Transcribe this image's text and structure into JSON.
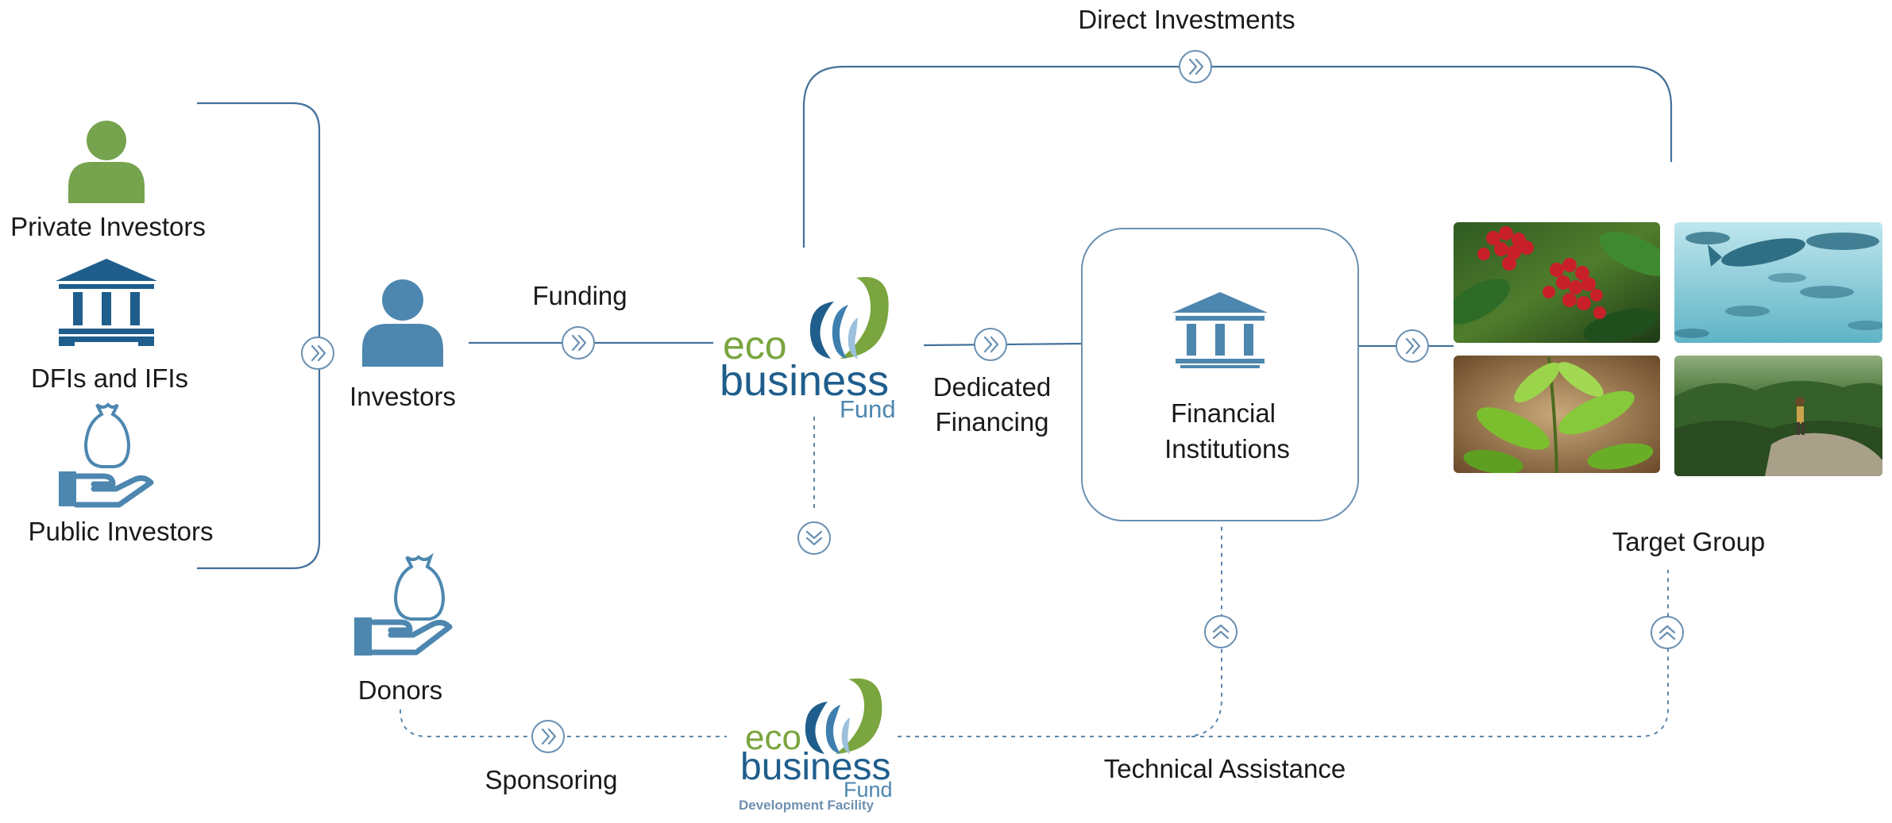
{
  "labels": {
    "private_investors": "Private Investors",
    "dfis_ifis": "DFIs and IFIs",
    "public_investors": "Public Investors",
    "investors": "Investors",
    "funding": "Funding",
    "direct_investments": "Direct Investments",
    "dedicated_financing_1": "Dedicated",
    "dedicated_financing_2": "Financing",
    "financial_institutions_1": "Financial",
    "financial_institutions_2": "Institutions",
    "target_group": "Target Group",
    "donors": "Donors",
    "sponsoring": "Sponsoring",
    "technical_assistance": "Technical Assistance"
  },
  "logo_fund": {
    "eco": "eco",
    "business": "business",
    "fund": "Fund"
  },
  "logo_facility": {
    "eco": "eco",
    "business": "business",
    "fund": "Fund",
    "subtitle": "Development Facility"
  },
  "icons": {
    "private_investors": "person-icon",
    "dfis": "bank-icon",
    "public_investors": "hand-money-bag-icon",
    "investors": "person-icon",
    "financial_institutions": "bank-icon",
    "donors": "hand-money-bag-icon"
  },
  "target_group_images": [
    "coffee-cherries-photo",
    "fish-school-photo",
    "green-leaves-photo",
    "forest-hiker-photo"
  ],
  "colors": {
    "line": "#44709a",
    "icon_blue": "#4d87b0",
    "icon_green": "#76a34e",
    "logo_green": "#7aa53f",
    "logo_blue": "#1f5e8c"
  }
}
